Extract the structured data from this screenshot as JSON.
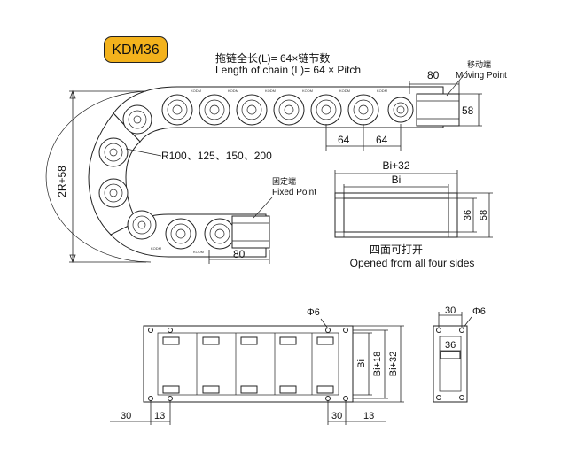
{
  "model": "KDM36",
  "main_view": {
    "length_formula_cn": "拖链全长(L)= 64×链节数",
    "length_formula_en": "Length of chain (L)= 64 × Pitch",
    "moving_cn": "移动端",
    "moving_en": "Moving Point",
    "fixed_cn": "固定端",
    "fixed_en": "Fixed Point",
    "radius": "R100、125、150、200",
    "height": "2R+58",
    "dim_80_top": "80",
    "dim_58": "58",
    "pitch_1": "64",
    "pitch_2": "64",
    "dim_80_bottom": "80",
    "link_mark": "KODM"
  },
  "section_view": {
    "outer_width": "Bi+32",
    "inner_width": "Bi",
    "inner_height": "36",
    "outer_height": "58",
    "caption_cn": "四面可打开",
    "caption_en": "Opened from all four sides"
  },
  "plan_view": {
    "hole": "Φ6",
    "bi": "Bi",
    "bi18": "Bi+18",
    "bi32": "Bi+32",
    "left_30": "30",
    "left_13": "13",
    "right_30": "30",
    "right_13": "13"
  },
  "end_view": {
    "dim_30": "30",
    "hole": "Φ6",
    "dim_36": "36"
  }
}
